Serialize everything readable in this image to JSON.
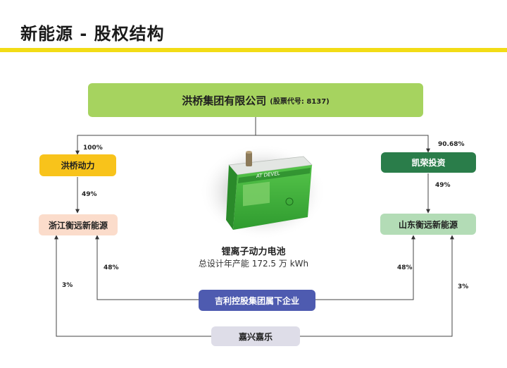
{
  "page": {
    "title": "新能源 - 股权结构",
    "accent_color": "#f2dc16"
  },
  "entities": {
    "parent": {
      "name": "洪桥集团有限公司",
      "stock_code": "(股票代号: 8137)",
      "color": "#a6d35f"
    },
    "hongqiao_power": {
      "name": "洪桥动力",
      "color": "#f8c31b"
    },
    "zhejiang_hengyuan": {
      "name": "浙江衡远新能源",
      "color": "#fbdccb"
    },
    "kairong": {
      "name": "凯荣投资",
      "color": "#2a7d4a"
    },
    "shandong_hengyuan": {
      "name": "山东衡远新能源",
      "color": "#b3dcb6"
    },
    "geely": {
      "name": "吉利控股集团属下企业",
      "color": "#4e5bb0"
    },
    "jiaxing": {
      "name": "嘉兴嘉乐",
      "color": "#dedde8"
    }
  },
  "stakes": {
    "parent_to_hongqiao": "100%",
    "parent_to_kairong": "90.68%",
    "hongqiao_to_zhejiang": "49%",
    "kairong_to_shandong": "49%",
    "geely_to_zhejiang": "48%",
    "geely_to_shandong": "48%",
    "jiaxing_to_zhejiang": "3%",
    "jiaxing_to_shandong": "3%"
  },
  "battery": {
    "label": "锂离子动力电池",
    "capacity": "总设计年产能 172.5 万 kWh",
    "brand_text": "AT DEVEL"
  }
}
